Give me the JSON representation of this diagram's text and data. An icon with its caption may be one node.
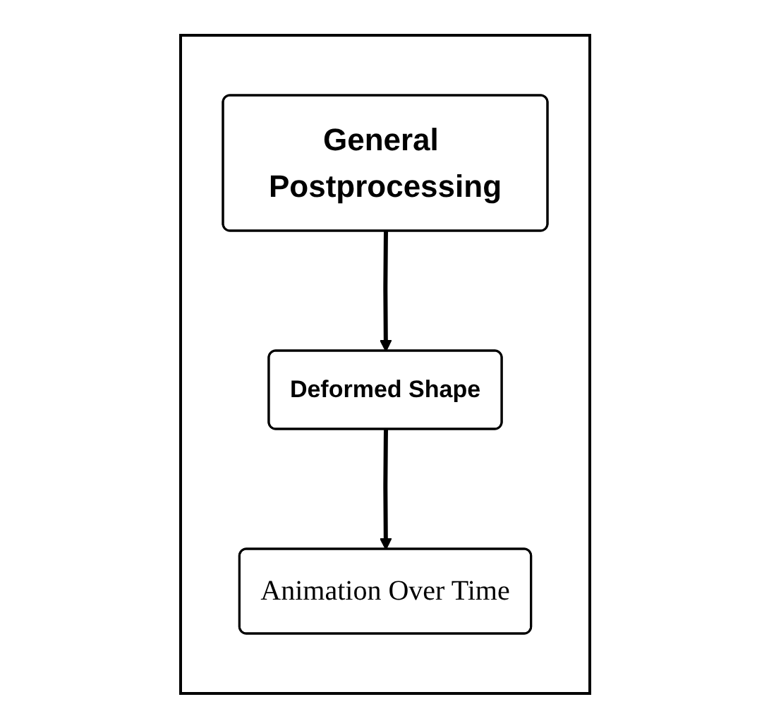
{
  "diagram": {
    "nodes": [
      {
        "text": [],
        "shape": "box"
      },
      {
        "text": [
          "General Postprocessing"
        ],
        "in": 0
      },
      {
        "text": [
          "Deformed Shape"
        ],
        "in": 0
      },
      {
        "text": [
          "Animation Over Time"
        ],
        "in": 0
      }
    ],
    "edges": [
      {
        "from": 1,
        "to": 2,
        "arrow": "to"
      },
      {
        "from": 2,
        "to": 3,
        "arrow": "to"
      }
    ]
  }
}
